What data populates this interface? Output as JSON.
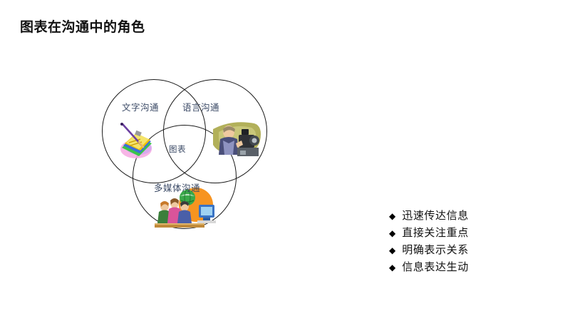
{
  "slide": {
    "title": "图表在沟通中的角色",
    "background_color": "#ffffff"
  },
  "venn": {
    "label_color": "#3b4a66",
    "outline_color": "#1a1a1a",
    "circles": [
      {
        "id": "text",
        "label": "文字沟通",
        "clipart": "notepad-pen-icon"
      },
      {
        "id": "speech",
        "label": "语言沟通",
        "clipart": "broadcast-camera-icon"
      },
      {
        "id": "media",
        "label": "多媒体沟通",
        "clipart": "people-globe-computer-icon"
      }
    ],
    "center_label": "图表"
  },
  "bullets": {
    "marker": "◆",
    "items": [
      {
        "text": "迅速传达信息"
      },
      {
        "text": "直接关注重点"
      },
      {
        "text": "明确表示关系"
      },
      {
        "text": "信息表达生动"
      }
    ]
  }
}
